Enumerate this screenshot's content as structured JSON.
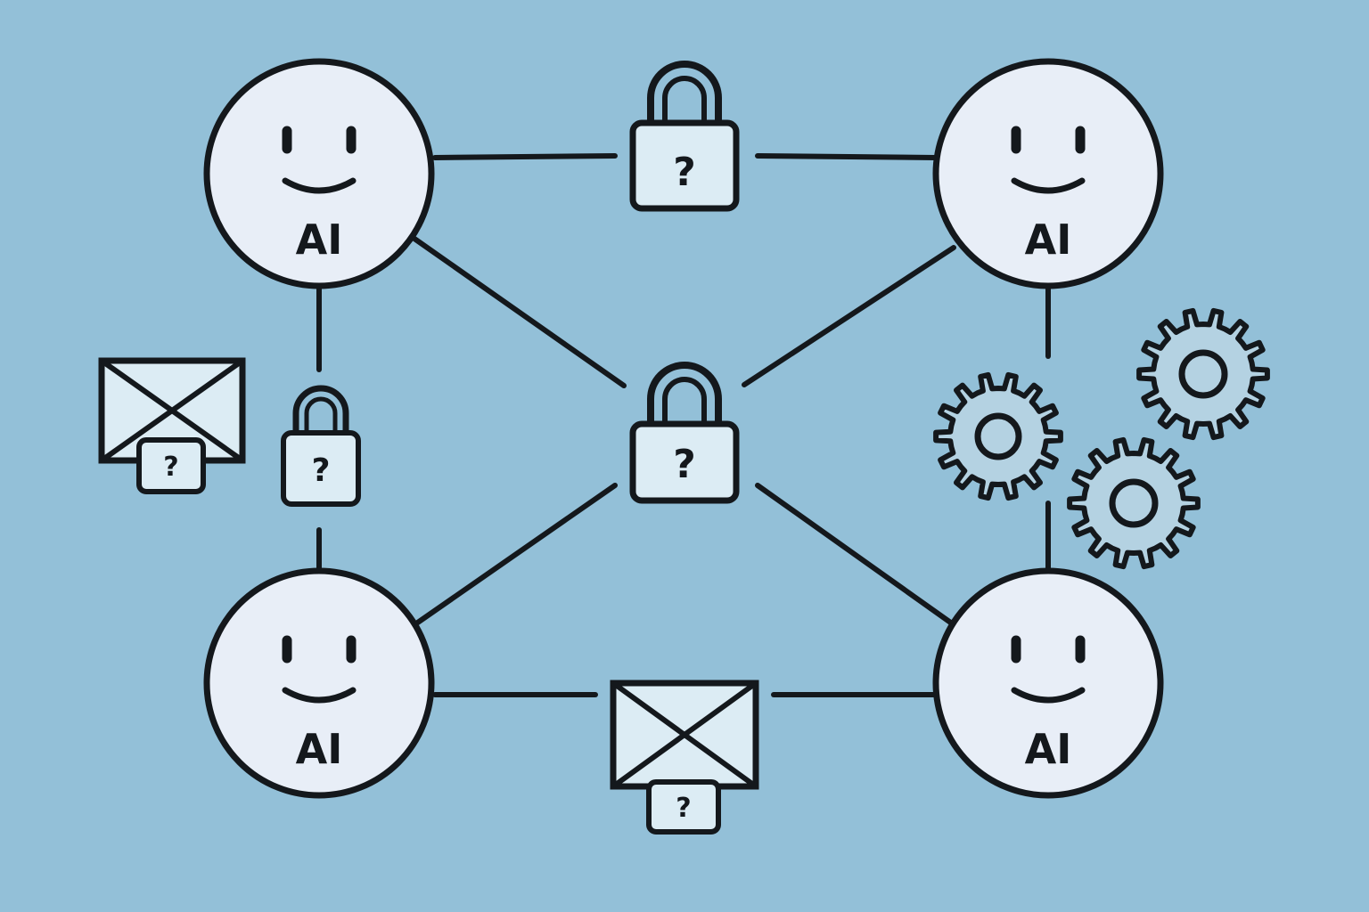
{
  "colors": {
    "background": "#93c0d8",
    "stroke": "#14181c",
    "node_fill": "#e8eef7",
    "icon_fill": "#dcecf4",
    "gear_fill": "#b4d2e2"
  },
  "nodes": [
    {
      "id": "ai-top-left",
      "label": "AI"
    },
    {
      "id": "ai-top-right",
      "label": "AI"
    },
    {
      "id": "ai-bottom-left",
      "label": "AI"
    },
    {
      "id": "ai-bottom-right",
      "label": "AI"
    }
  ],
  "locks": [
    {
      "id": "lock-top",
      "symbol": "?"
    },
    {
      "id": "lock-center",
      "symbol": "?"
    },
    {
      "id": "lock-left",
      "symbol": "?"
    }
  ],
  "envelopes": [
    {
      "id": "envelope-left",
      "badge": "?"
    },
    {
      "id": "envelope-bottom",
      "badge": "?"
    }
  ],
  "gears": [
    {
      "id": "gear-upper"
    },
    {
      "id": "gear-left"
    },
    {
      "id": "gear-lower"
    }
  ]
}
